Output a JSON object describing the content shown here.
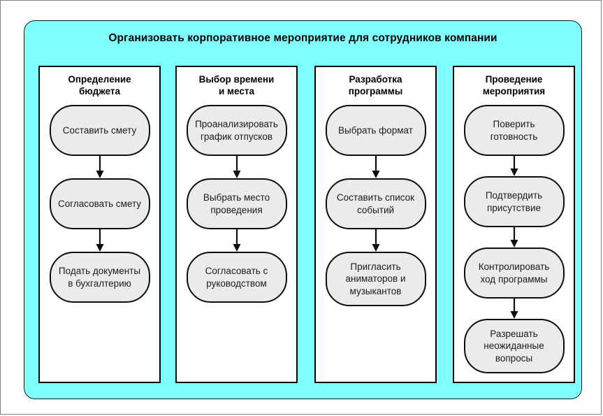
{
  "title": "Организовать корпоративное мероприятие для сотрудников компании",
  "colors": {
    "canvas_background": "#80ffff",
    "panel_background": "#ffffff",
    "node_fill": "#ebebeb",
    "node_border": "#0d0d0d",
    "page_background": "#ffffff",
    "page_border": "#808080",
    "text": "#000000"
  },
  "chart_data": {
    "type": "diagram",
    "title": "Организовать корпоративное мероприятие для сотрудников компании",
    "layout": "four-column swimlane flowchart, top-to-bottom arrows within each column",
    "columns": [
      {
        "header": "Определение бюджета",
        "steps": [
          "Составить смету",
          "Согласовать смету",
          "Подать документы в бухгалтерию"
        ]
      },
      {
        "header": "Выбор времени и места",
        "steps": [
          "Проанализировать график отпусков",
          "Выбрать место проведения",
          "Согласовать с руководством"
        ]
      },
      {
        "header": "Разработка программы",
        "steps": [
          "Выбрать формат",
          "Составить список событий",
          "Пригласить аниматоров и музыкантов"
        ]
      },
      {
        "header": "Проведение мероприятия",
        "steps": [
          "Поверить готовность",
          "Подтвердить присутствие",
          "Контролировать ход программы",
          "Разрешать неожиданные вопросы"
        ]
      }
    ]
  },
  "columns": [
    {
      "header_line1": "Определение",
      "header_line2": "бюджета",
      "gap": 32,
      "nodes": [
        {
          "lines": [
            "Составить смету"
          ],
          "height_class": "h2"
        },
        {
          "lines": [
            "Согласовать смету"
          ],
          "height_class": "h2"
        },
        {
          "lines": [
            "Подать документы",
            "в бухгалтерию"
          ],
          "height_class": "h2"
        }
      ]
    },
    {
      "header_line1": "Выбор времени",
      "header_line2": "и места",
      "gap": 32,
      "nodes": [
        {
          "lines": [
            "Проанализировать",
            "график отпусков"
          ],
          "height_class": "h2"
        },
        {
          "lines": [
            "Выбрать место",
            "проведения"
          ],
          "height_class": "h2"
        },
        {
          "lines": [
            "Согласовать с",
            "руководством"
          ],
          "height_class": "h2"
        }
      ]
    },
    {
      "header_line1": "Разработка",
      "header_line2": "программы",
      "gap": 32,
      "nodes": [
        {
          "lines": [
            "Выбрать формат"
          ],
          "height_class": "h2"
        },
        {
          "lines": [
            "Составить список",
            "событий"
          ],
          "height_class": "h2"
        },
        {
          "lines": [
            "Пригласить",
            "аниматоров и",
            "музыкантов"
          ],
          "height_class": "h3"
        }
      ]
    },
    {
      "header_line1": "Проведение",
      "header_line2": "мероприятия",
      "gap": 29,
      "nodes": [
        {
          "lines": [
            "Поверить",
            "готовность"
          ],
          "height_class": "h2"
        },
        {
          "lines": [
            "Подтвердить",
            "присутствие"
          ],
          "height_class": "h2"
        },
        {
          "lines": [
            "Контролировать",
            "ход программы"
          ],
          "height_class": "h2"
        },
        {
          "lines": [
            "Разрешать",
            "неожиданные",
            "вопросы"
          ],
          "height_class": "h3"
        }
      ]
    }
  ]
}
